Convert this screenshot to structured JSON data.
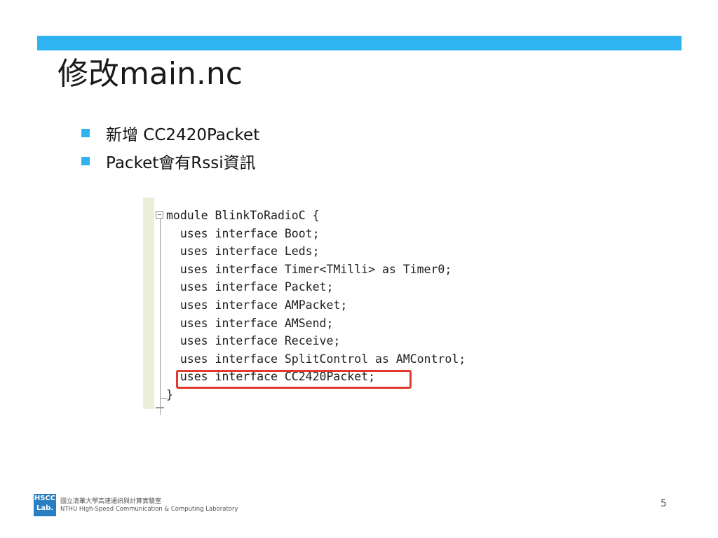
{
  "slide": {
    "title": "修改main.nc",
    "bullets": [
      "新增 CC2420Packet",
      "Packet會有Rssi資訊"
    ]
  },
  "code": {
    "lines": [
      "module BlinkToRadioC {",
      "  uses interface Boot;",
      "  uses interface Leds;",
      "  uses interface Timer<TMilli> as Timer0;",
      "  uses interface Packet;",
      "  uses interface AMPacket;",
      "  uses interface AMSend;",
      "  uses interface Receive;",
      "  uses interface SplitControl as AMControl;",
      "  uses interface CC2420Packet;",
      "}"
    ],
    "highlighted_line_index": 9,
    "highlight_color": "#e03a2e"
  },
  "footer": {
    "logo_text_top": "HSCC",
    "logo_text_bottom": "Lab.",
    "org_zh": "國立清華大學高速通訊與計算實驗室",
    "org_en": "NTHU High-Speed Communication & Computing Laboratory",
    "page_number": "5"
  },
  "colors": {
    "accent": "#2fb4f0",
    "highlight": "#e03a2e"
  }
}
